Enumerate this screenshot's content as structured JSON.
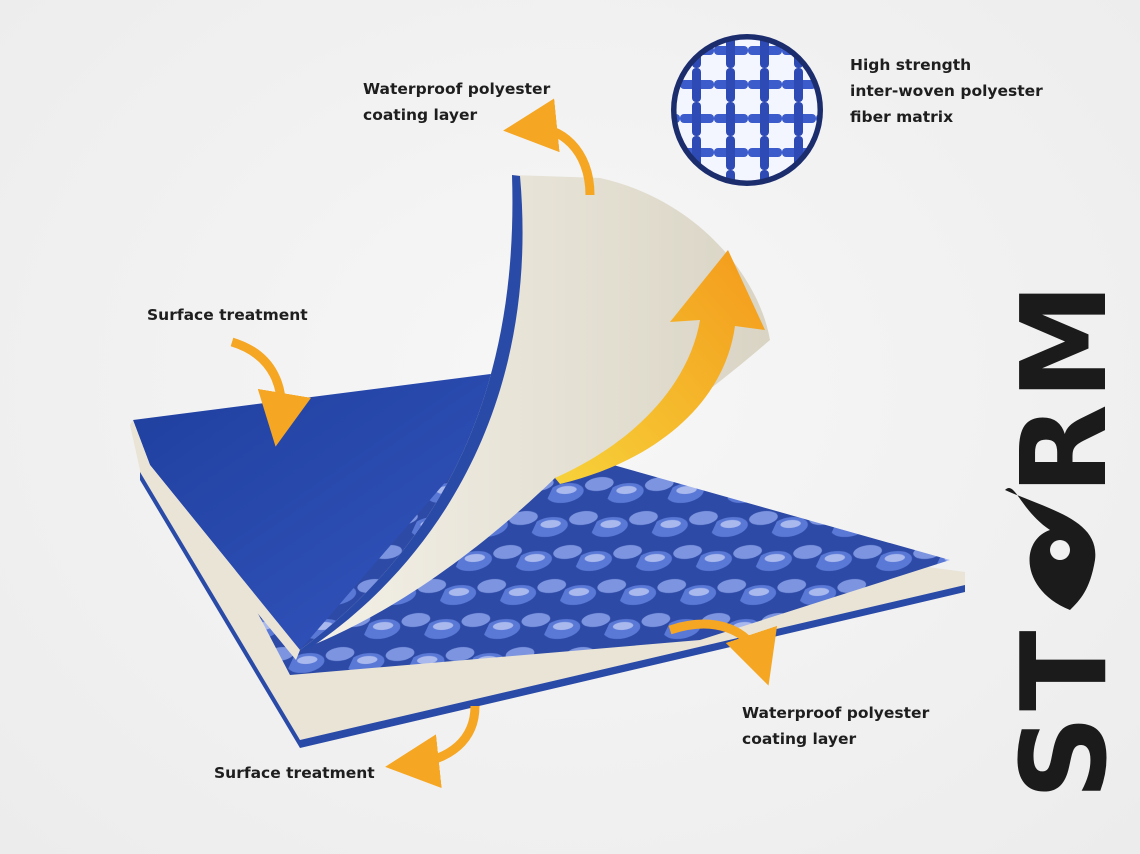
{
  "labels": {
    "top_coating": [
      "Waterproof polyester",
      "coating layer"
    ],
    "fiber_matrix": [
      "High strength",
      "inter-woven polyester",
      "fiber matrix"
    ],
    "surface_top": "Surface treatment",
    "bottom_coating": [
      "Waterproof polyester",
      "coating layer"
    ],
    "surface_bottom": "Surface treatment"
  },
  "logo": {
    "text": "STORM"
  },
  "colors": {
    "blue": "#2a4aa8",
    "beige": "#e9e4d6",
    "arrow": "#f5a623",
    "text": "#1e1e1e"
  }
}
